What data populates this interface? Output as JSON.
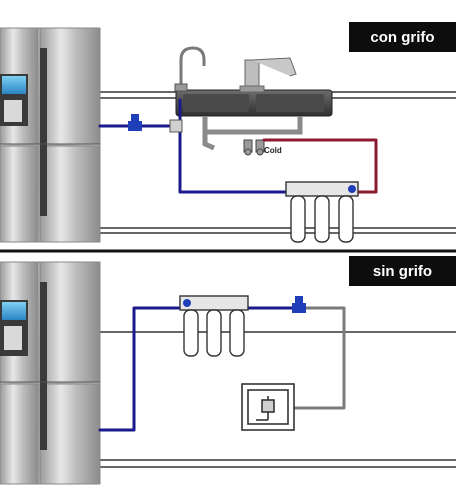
{
  "panels": {
    "top": {
      "label": "con grifo",
      "cold_label": "Cold"
    },
    "bottom": {
      "label": "sin grifo"
    }
  },
  "colors": {
    "cold_line": "#1a1a8c",
    "hot_line": "#8b1a2e",
    "gray_line": "#7a7a7a",
    "valve_blue": "#1f3fb8",
    "label_bg": "#0d0d0d",
    "label_text": "#ffffff"
  },
  "icons": [
    "refrigerator-icon",
    "sink-icon",
    "faucet-icon",
    "filter-icon",
    "valve-icon",
    "wall-tap-icon"
  ]
}
